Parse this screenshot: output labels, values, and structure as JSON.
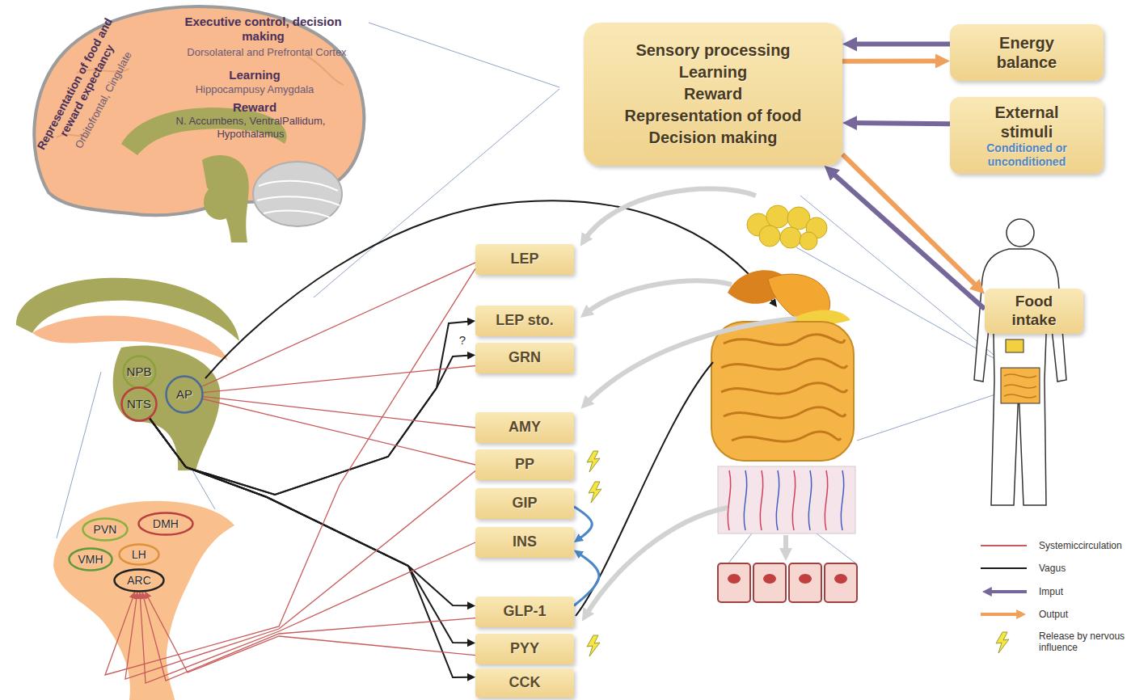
{
  "diagram": {
    "nodes": [
      {
        "text": [
          "Sensory processing",
          "Learning",
          "Reward",
          "Representation of food",
          "Decision making"
        ]
      },
      {
        "text": [
          "Energy balance"
        ]
      },
      {
        "text": [
          "External stimuli",
          "Conditioned or unconditioned"
        ]
      },
      {
        "text": [
          "Food intake"
        ]
      },
      {
        "text": [
          "LEP"
        ]
      },
      {
        "text": [
          "LEP sto."
        ]
      },
      {
        "text": [
          "GRN"
        ]
      },
      {
        "text": [
          "AMY"
        ]
      },
      {
        "text": [
          "PP"
        ]
      },
      {
        "text": [
          "GIP"
        ]
      },
      {
        "text": [
          "INS"
        ]
      },
      {
        "text": [
          "GLP-1"
        ]
      },
      {
        "text": [
          "PYY"
        ]
      },
      {
        "text": [
          "CCK"
        ]
      },
      {
        "text": [
          "NPB"
        ]
      },
      {
        "text": [
          "NTS"
        ]
      },
      {
        "text": [
          "AP"
        ]
      },
      {
        "text": [
          "PVN"
        ]
      },
      {
        "text": [
          "DMH"
        ]
      },
      {
        "text": [
          "VMH"
        ]
      },
      {
        "text": [
          "LH"
        ]
      },
      {
        "text": [
          "ARC"
        ]
      }
    ],
    "edges": [
      {
        "from": 1,
        "to": 0,
        "arrow": "to"
      },
      {
        "from": 0,
        "to": 1,
        "arrow": "to"
      },
      {
        "from": 2,
        "to": 0,
        "arrow": "to"
      },
      {
        "from": 0,
        "to": 3,
        "arrow": "to"
      },
      {
        "from": 3,
        "to": 0,
        "arrow": "to"
      },
      {
        "from": 15,
        "to": 5,
        "label": "?",
        "arrow": "to"
      },
      {
        "from": 15,
        "to": 6,
        "arrow": "to"
      },
      {
        "from": 15,
        "to": 11,
        "arrow": "to"
      },
      {
        "from": 15,
        "to": 12,
        "arrow": "to"
      },
      {
        "from": 15,
        "to": 13,
        "arrow": "to"
      },
      {
        "from": 9,
        "to": 10,
        "arrow": "to"
      },
      {
        "from": 11,
        "to": 10,
        "arrow": "to"
      },
      {
        "from": 4,
        "to": 16,
        "arrow": "none"
      },
      {
        "from": 6,
        "to": 16,
        "arrow": "none"
      },
      {
        "from": 7,
        "to": 16,
        "arrow": "none"
      },
      {
        "from": 8,
        "to": 16,
        "arrow": "none"
      },
      {
        "from": 4,
        "to": 21,
        "arrow": "to"
      },
      {
        "from": 8,
        "to": 21,
        "arrow": "to"
      },
      {
        "from": 10,
        "to": 21,
        "arrow": "to"
      },
      {
        "from": 11,
        "to": 21,
        "arrow": "to"
      },
      {
        "from": 12,
        "to": 21,
        "arrow": "to"
      }
    ],
    "labels": [
      "Executive control, decision making",
      "Dorsolateral and Prefrontal Cortex",
      "Learning",
      "Hippocampusy Amygdala",
      "Reward",
      "N. Accumbens, VentralPallidum, Hypothalamus",
      "Representation of food and reward expectancy",
      "Orbitofrontal, Cingulate"
    ],
    "legend": [
      {
        "text": "Systemiccirculation"
      },
      {
        "text": "Vagus"
      },
      {
        "text": "Imput"
      },
      {
        "text": "Output"
      },
      {
        "text": "Release by nervous influence"
      }
    ]
  }
}
